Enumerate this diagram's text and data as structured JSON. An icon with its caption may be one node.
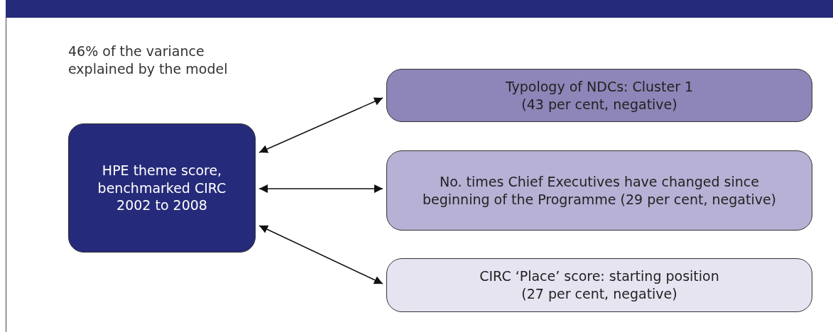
{
  "diagram": {
    "nodes": [
      {
        "text": [
          "HPE theme score, benchmarked CIRC 2002 to 2008"
        ]
      },
      {
        "text": [
          "Typology of NDCs: Cluster 1 (43 per cent, negative)"
        ]
      },
      {
        "text": [
          "No. times Chief Executives have changed since beginning of the Programme (29 per cent, negative)"
        ]
      },
      {
        "text": [
          "CIRC ‘Place’ score: starting position (27 per cent, negative)"
        ]
      },
      {
        "text": [],
        "shape": "bar"
      }
    ],
    "edges": [
      {
        "from": 0,
        "to": 1,
        "arrow": "both"
      },
      {
        "from": 0,
        "to": 2,
        "arrow": "both"
      },
      {
        "from": 0,
        "to": 3,
        "arrow": "both"
      }
    ],
    "labels": [
      "46% of the variance explained by the model"
    ]
  }
}
